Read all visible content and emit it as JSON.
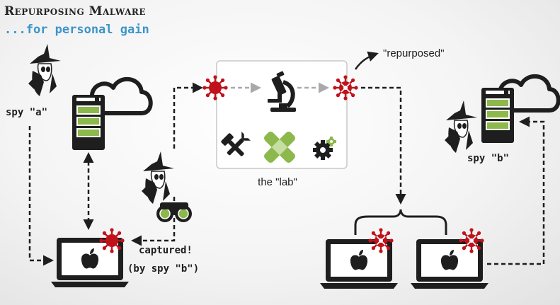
{
  "header": {
    "title": "Repurposing Malware",
    "subtitle": "...for personal gain"
  },
  "labels": {
    "spy_a": "spy \"a\"",
    "spy_b": "spy \"b\"",
    "lab": "the \"lab\"",
    "repurposed": "\"repurposed\"",
    "captured_line1": "captured!",
    "captured_line2": "(by spy \"b\")"
  },
  "colors": {
    "malware": "#c0121b",
    "server_green": "#8cb84c",
    "subtitle_blue": "#3a95c9",
    "dark": "#1e1e1e",
    "lab_arrow": "#a9a9a9"
  },
  "icons": [
    "spy-icon",
    "cloud-icon",
    "server-icon",
    "laptop-icon",
    "apple-logo-icon",
    "malware-icon",
    "microscope-icon",
    "tools-icon",
    "bandage-icon",
    "gear-icon",
    "binoculars-icon"
  ]
}
